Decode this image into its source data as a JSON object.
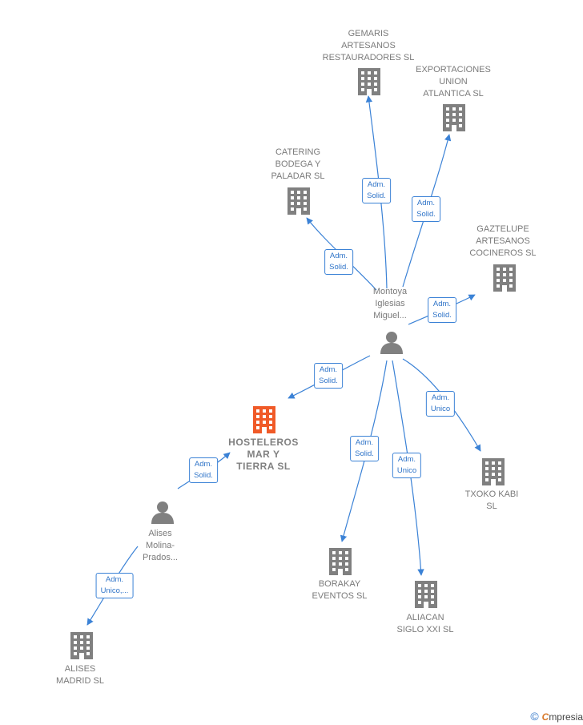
{
  "nodes": {
    "gemaris": {
      "label": "GEMARIS\nARTESANOS\nRESTAURADORES SL"
    },
    "exportaciones": {
      "label": "EXPORTACIONES\nUNION\nATLANTICA  SL"
    },
    "catering": {
      "label": "CATERING\nBODEGA Y\nPALADAR SL"
    },
    "gaztelupe": {
      "label": "GAZTELUPE\nARTESANOS\nCOCINEROS SL"
    },
    "montoya": {
      "label": "Montoya\nIglesias\nMiguel..."
    },
    "hosteleros": {
      "label": "HOSTELEROS\nMAR Y\nTIERRA  SL"
    },
    "alises_person": {
      "label": "Alises\nMolina-\nPrados..."
    },
    "txoko": {
      "label": "TXOKO KABI\nSL"
    },
    "borakay": {
      "label": "BORAKAY\nEVENTOS  SL"
    },
    "aliacan": {
      "label": "ALIACAN\nSIGLO XXI SL"
    },
    "alises_madrid": {
      "label": "ALISES\nMADRID  SL"
    }
  },
  "edges": {
    "e_gemaris": {
      "label": "Adm.\nSolid."
    },
    "e_exportaciones": {
      "label": "Adm.\nSolid."
    },
    "e_catering": {
      "label": "Adm.\nSolid."
    },
    "e_gaztelupe": {
      "label": "Adm.\nSolid."
    },
    "e_hosteleros": {
      "label": "Adm.\nSolid."
    },
    "e_txoko": {
      "label": "Adm.\nUnico"
    },
    "e_borakay": {
      "label": "Adm.\nSolid."
    },
    "e_aliacan": {
      "label": "Adm.\nUnico"
    },
    "e_alises_hosteleros": {
      "label": "Adm.\nSolid."
    },
    "e_alises_madrid": {
      "label": "Adm.\nUnico,..."
    }
  },
  "colors": {
    "edge": "#3b82d6",
    "building": "#808080",
    "building_highlight": "#f05a28",
    "person": "#808080"
  },
  "brand": {
    "copyright": "©",
    "name_initial": "C",
    "name_rest": "mpresia"
  }
}
